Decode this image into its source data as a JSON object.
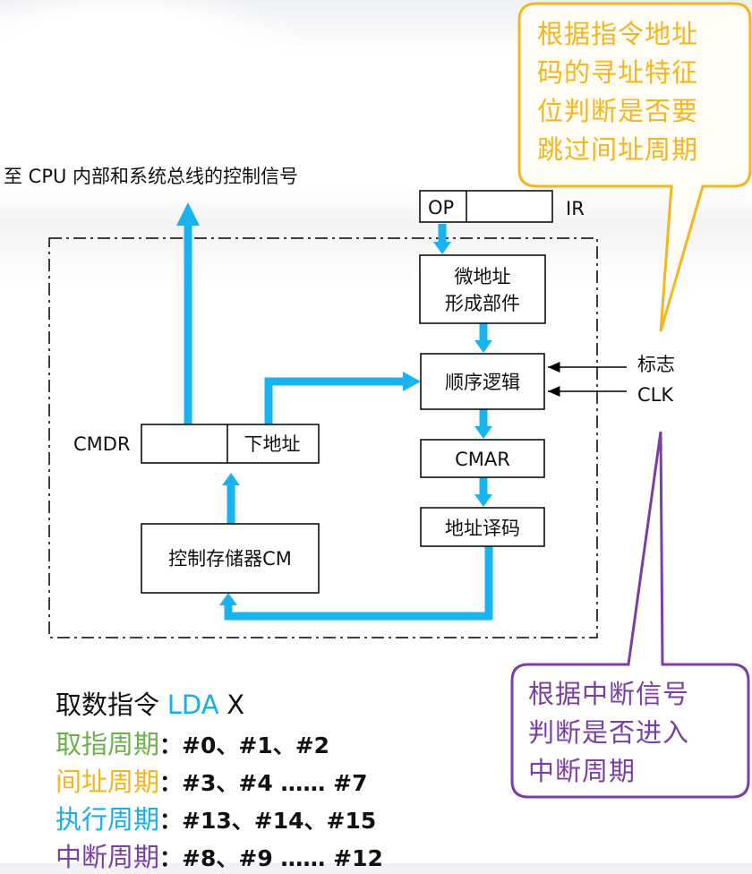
{
  "top_caption": "至 CPU 内部和系统总线的控制信号",
  "ir": {
    "op": "OP",
    "label": "IR"
  },
  "blocks": {
    "micro_addr_line1": "微地址",
    "micro_addr_line2": "形成部件",
    "seq_logic": "顺序逻辑",
    "cmar": "CMAR",
    "addr_decode": "地址译码",
    "cmdr": "CMDR",
    "next_addr": "下地址",
    "cm": "控制存储器CM"
  },
  "inputs": {
    "flag": "标志",
    "clk": "CLK"
  },
  "callout_gold": {
    "lines": [
      "根据指令地址",
      "码的寻址特征",
      "位判断是否要",
      "跳过间址周期"
    ],
    "color": "#f5b51d"
  },
  "callout_purple": {
    "lines": [
      "根据中断信号",
      "判断是否进入",
      "中断周期"
    ],
    "color": "#7b3ea3"
  },
  "instruction": {
    "head": "取数指令",
    "mnemonic": "LDA",
    "operand": "X"
  },
  "cycles": [
    {
      "name": "取指周期",
      "colon": "：",
      "steps": "#0、#1、#2",
      "color": "#6bb04a"
    },
    {
      "name": "间址周期",
      "colon": "：",
      "steps": "#3、#4 …… #7",
      "color": "#f2b51e"
    },
    {
      "name": "执行周期",
      "colon": "：",
      "steps": "#13、#14、#15",
      "color": "#1aaee8"
    },
    {
      "name": "中断周期",
      "colon": "：",
      "steps": "#8、#9 …… #12",
      "color": "#7b3ea3"
    }
  ],
  "colors": {
    "flow": "#19b4f0"
  }
}
